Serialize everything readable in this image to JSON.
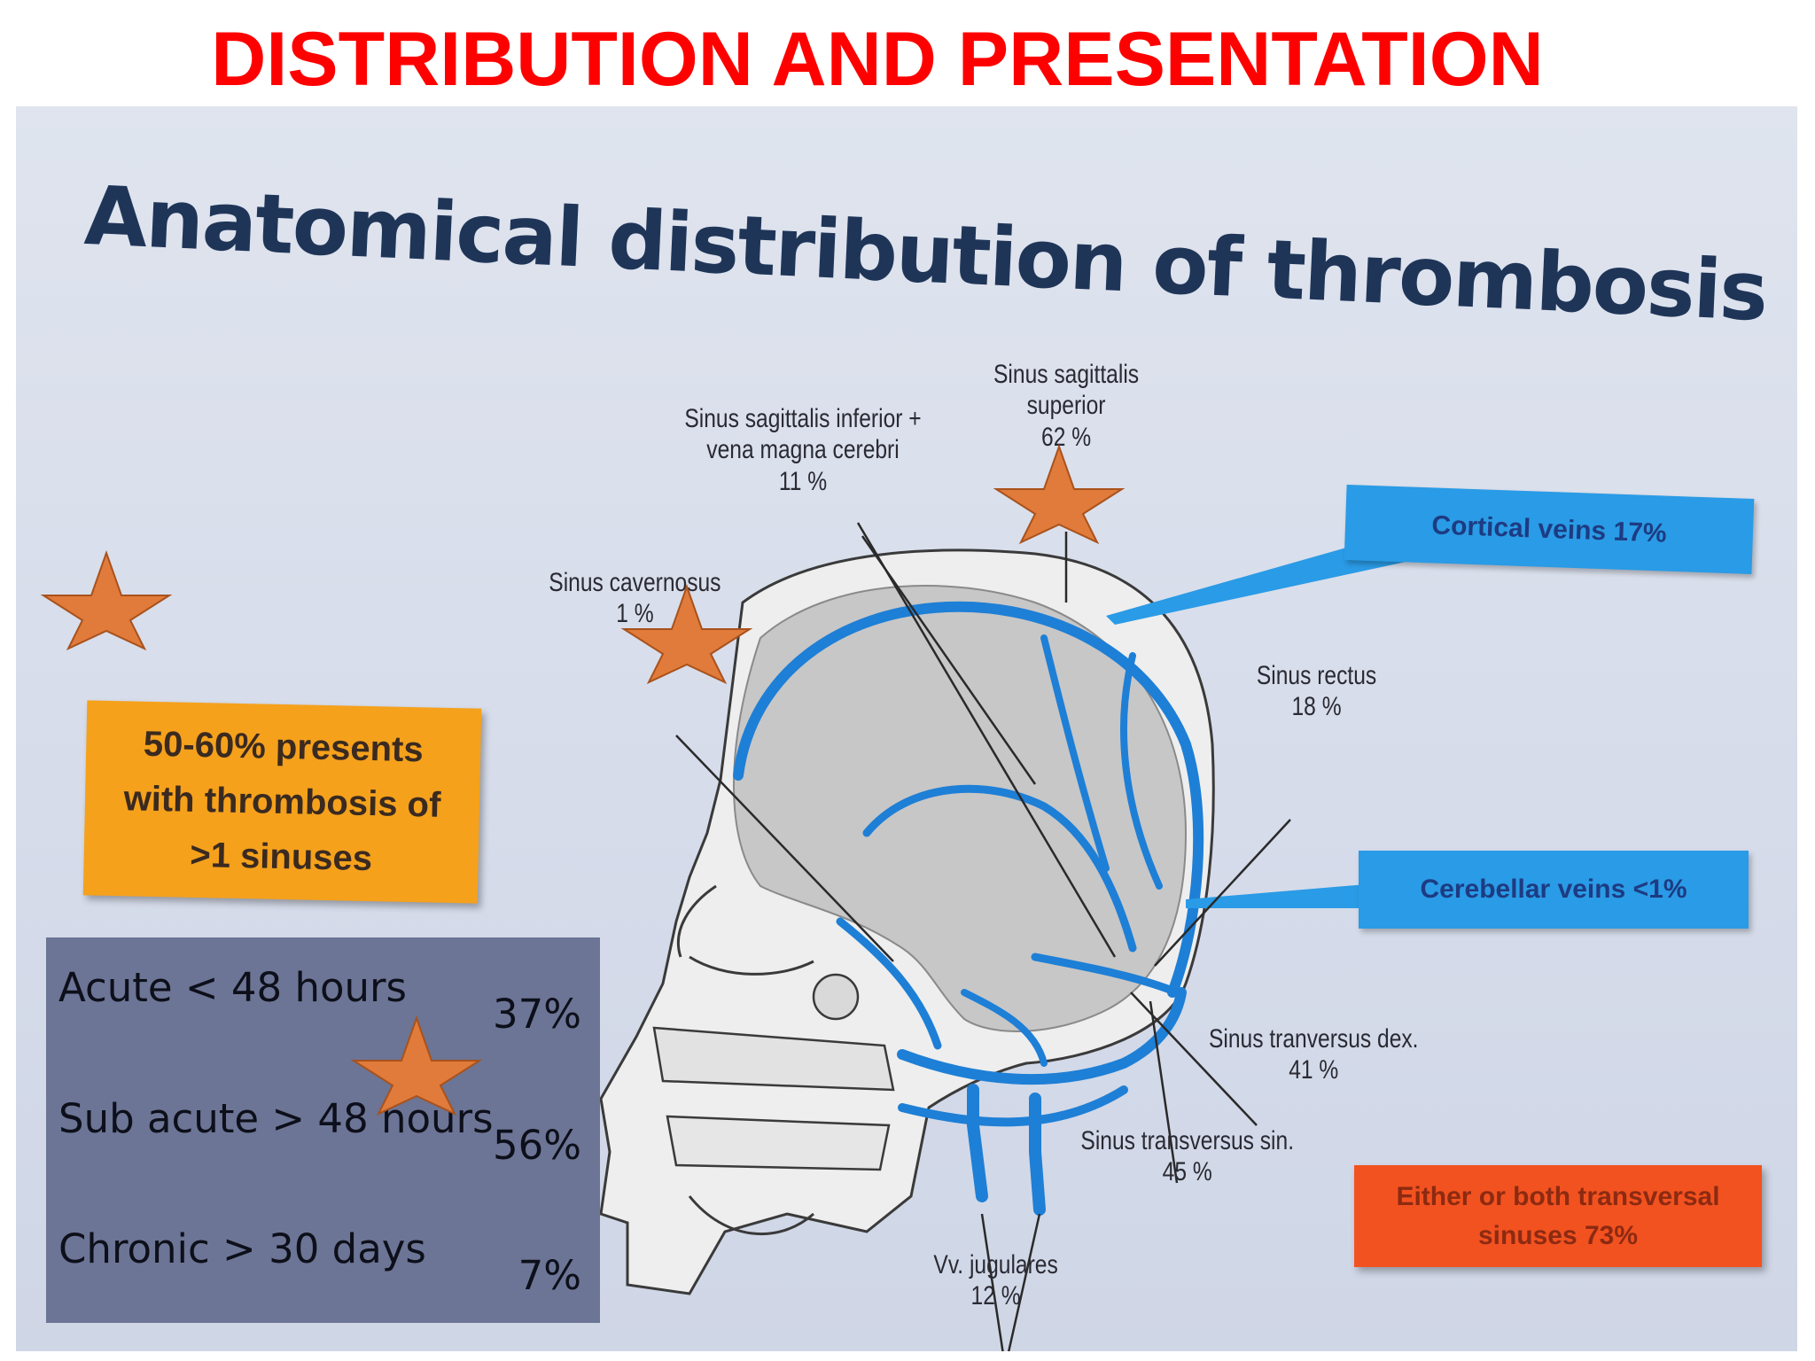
{
  "page_title": "DISTRIBUTION AND PRESENTATION",
  "slide": {
    "title": "Anatomical distribution of thrombosis in CVT",
    "labels": {
      "sinus_sagittalis_superior": [
        "Sinus sagittalis",
        "superior",
        "62 %"
      ],
      "sinus_sagittalis_inferior": [
        "Sinus sagittalis inferior +",
        "vena magna cerebri",
        "11 %"
      ],
      "sinus_cavernosus": [
        "Sinus cavernosus",
        "1 %"
      ],
      "sinus_rectus": [
        "Sinus rectus",
        "18 %"
      ],
      "sinus_transversus_dex": [
        "Sinus tranversus dex.",
        "41 %"
      ],
      "sinus_transversus_sin": [
        "Sinus transversus sin.",
        "45 %"
      ],
      "vv_jugulares": [
        "Vv. jugulares",
        "12 %"
      ]
    },
    "cortical_veins": "Cortical veins 17%",
    "cerebellar_veins": "Cerebellar veins <1%",
    "multi_sinus_note": [
      "50-60% presents",
      "with thrombosis of",
      ">1 sinuses"
    ],
    "transversal_note": [
      "Either or both transversal",
      "sinuses 73%"
    ]
  },
  "onset_table": [
    {
      "name": "Acute < 48 hours",
      "pct": "37%"
    },
    {
      "name": "Sub acute >  48 hours",
      "pct": "56%"
    },
    {
      "name": "Chronic > 30 days",
      "pct": "7%"
    }
  ],
  "colors": {
    "title_red": "#ff0000",
    "slide_title": "#1f3558",
    "vein_blue": "#1e7fd6",
    "callout_blue": "#2a9be6",
    "note_orange": "#f5a11c",
    "note_red": "#f2521f",
    "star": "#e07b3b",
    "onset_panel": "#6c7595"
  },
  "icons": [
    "star-icon"
  ]
}
